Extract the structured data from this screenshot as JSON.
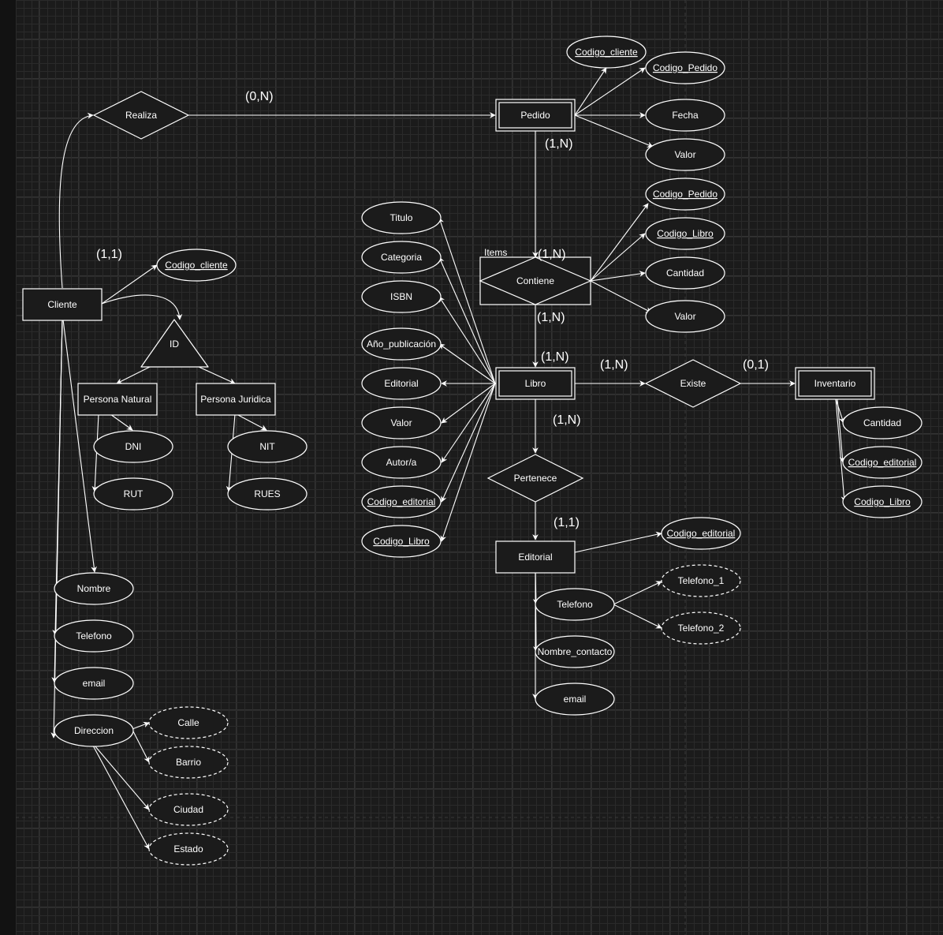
{
  "entities": {
    "cliente": "Cliente",
    "pedido": "Pedido",
    "libro": "Libro",
    "editorial": "Editorial",
    "inventario": "Inventario",
    "persona_natural": "Persona Natural",
    "persona_juridica": "Persona Juridica"
  },
  "relationships": {
    "realiza": "Realiza",
    "contiene": "Contiene",
    "items": "Items",
    "existe": "Existe",
    "pertenece": "Pertenece",
    "id": "ID"
  },
  "attributes": {
    "cliente": {
      "codigo_cliente": "Codigo_cliente",
      "nombre": "Nombre",
      "telefono": "Telefono",
      "email": "email",
      "direccion": "Direccion",
      "calle": "Calle",
      "barrio": "Barrio",
      "ciudad": "Ciudad",
      "estado": "Estado"
    },
    "persona_natural": {
      "dni": "DNI",
      "rut": "RUT"
    },
    "persona_juridica": {
      "nit": "NIT",
      "rues": "RUES"
    },
    "pedido": {
      "codigo_cliente": "Codigo_cliente",
      "codigo_pedido": "Codigo_Pedido",
      "fecha": "Fecha",
      "valor": "Valor"
    },
    "contiene": {
      "codigo_pedido": "Codigo_Pedido",
      "codigo_libro": "Codigo_Libro",
      "cantidad": "Cantidad",
      "valor": "Valor"
    },
    "libro": {
      "titulo": "Titulo",
      "categoria": "Categoria",
      "isbn": "ISBN",
      "anio_publicacion": "Año_publicación",
      "editorial": "Editorial",
      "valor": "Valor",
      "autor": "Autor/a",
      "codigo_editorial": "Codigo_editorial",
      "codigo_libro": "Codigo_Libro"
    },
    "inventario": {
      "cantidad": "Cantidad",
      "codigo_editorial": "Codigo_editorial",
      "codigo_libro": "Codigo_Libro"
    },
    "editorial": {
      "codigo_editorial": "Codigo_editorial",
      "telefono": "Telefono",
      "telefono_1": "Telefono_1",
      "telefono_2": "Telefono_2",
      "nombre_contacto": "Nombre_contacto",
      "email": "email"
    }
  },
  "cardinalities": {
    "realiza_pedido": "(0,N)",
    "cliente_codigo": "(1,1)",
    "pedido_contiene": "(1,N)",
    "items_contiene": "(1,N)",
    "contiene_libro": "(1,N)",
    "libro_top": "(1,N)",
    "libro_existe": "(1,N)",
    "existe_inventario": "(0,1)",
    "libro_pertenece": "(1,N)",
    "pertenece_editorial": "(1,1)"
  },
  "colors": {
    "background": "#1b1b1b",
    "stroke": "#ffffff",
    "grid": "#2a2a2a"
  }
}
